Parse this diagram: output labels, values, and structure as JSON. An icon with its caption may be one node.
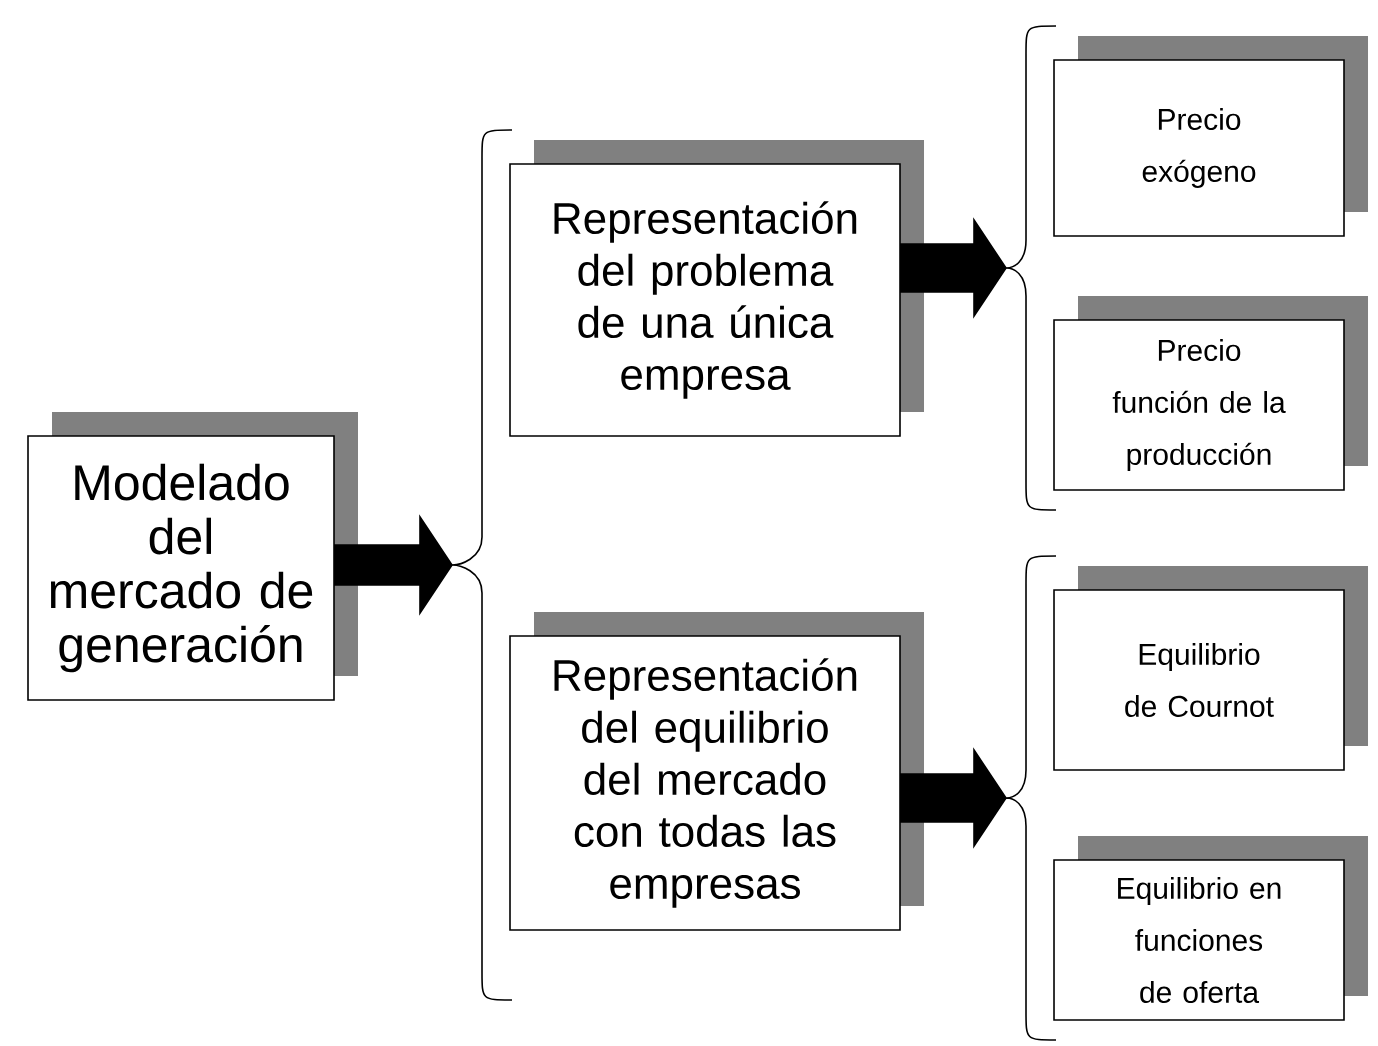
{
  "diagram": {
    "nodes": [
      {
        "text": [
          "Modelado del mercado de generación"
        ]
      },
      {
        "text": [
          "Representación del problema de una única empresa"
        ]
      },
      {
        "text": [
          "Representación del equilibrio del mercado con todas las empresas"
        ]
      },
      {
        "text": [
          "Precio exógeno"
        ]
      },
      {
        "text": [
          "Precio función de la producción"
        ]
      },
      {
        "text": [
          "Equilibrio de Cournot"
        ]
      },
      {
        "text": [
          "Equilibrio en funciones de oferta"
        ]
      }
    ],
    "edges": [
      {
        "from": 0,
        "to": 1,
        "arrow": "to"
      },
      {
        "from": 0,
        "to": 2,
        "arrow": "to"
      },
      {
        "from": 1,
        "to": 3,
        "arrow": "to"
      },
      {
        "from": 1,
        "to": 4,
        "arrow": "to"
      },
      {
        "from": 2,
        "to": 5,
        "arrow": "to"
      },
      {
        "from": 2,
        "to": 6,
        "arrow": "to"
      }
    ]
  }
}
